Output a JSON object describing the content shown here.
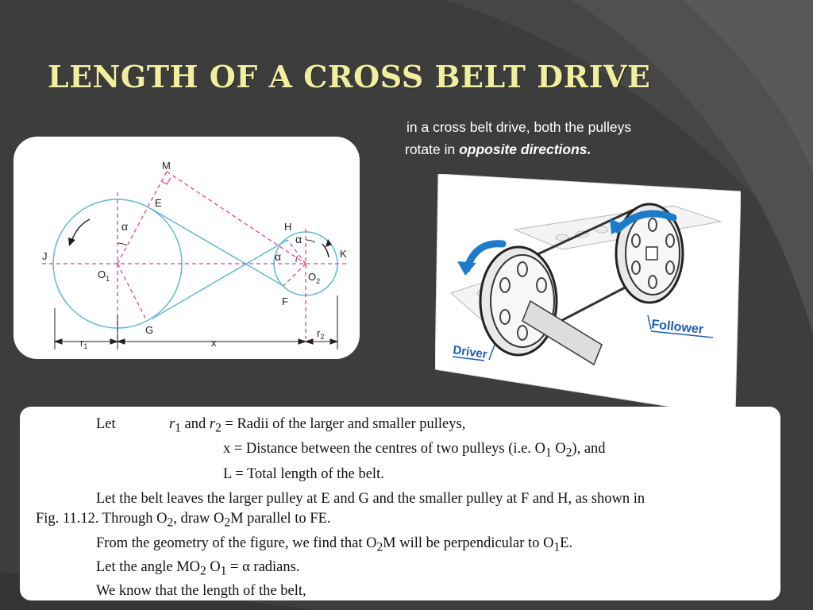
{
  "slide": {
    "title": "Length of a Cross Belt Drive",
    "intro_line1": "in a cross belt drive, both the pulleys",
    "intro_line2_prefix": "rotate in ",
    "intro_line2_emph": "opposite directions."
  },
  "diagram": {
    "labels": {
      "M": "M",
      "E": "E",
      "H": "H",
      "J": "J",
      "K": "K",
      "O1": "O",
      "O1_sub": "1",
      "O2": "O",
      "O2_sub": "2",
      "F": "F",
      "G": "G",
      "alpha": "α",
      "r1": "r",
      "r1_sub": "1",
      "x": "x",
      "r2": "r",
      "r2_sub": "2"
    },
    "colors": {
      "circle": "#5fb9d8",
      "dash": "#e0418c"
    }
  },
  "photo": {
    "driver_label": "Driver",
    "follower_label": "Follower"
  },
  "text": {
    "let": "Let",
    "def1_sym": "r",
    "def1_sub1": "1",
    "def1_and": " and ",
    "def1_sym2": "r",
    "def1_sub2": "2",
    "def1_rest": " = Radii of the larger and smaller pulleys,",
    "def2": "x = Distance between the centres of two pulleys (i.e. O",
    "def2_sub1": "1",
    "def2_mid": " O",
    "def2_sub2": "2",
    "def2_end": "), and",
    "def3": "L = Total length of the belt.",
    "para1": "Let the belt leaves the larger pulley at E and G and the smaller pulley at F and H, as shown in",
    "para2_a": "Fig. 11.12. Through O",
    "para2_sub1": "2",
    "para2_b": ", draw O",
    "para2_sub2": "2",
    "para2_c": "M parallel to FE.",
    "para3_a": "From the geometry of the figure, we find that O",
    "para3_sub1": "2",
    "para3_b": "M will be perpendicular to O",
    "para3_sub2": "1",
    "para3_c": "E.",
    "para4_a": "Let the angle MO",
    "para4_sub1": "2",
    "para4_b": " O",
    "para4_sub2": "1",
    "para4_c": " = α radians.",
    "para5": "We know that the length of the belt,"
  }
}
